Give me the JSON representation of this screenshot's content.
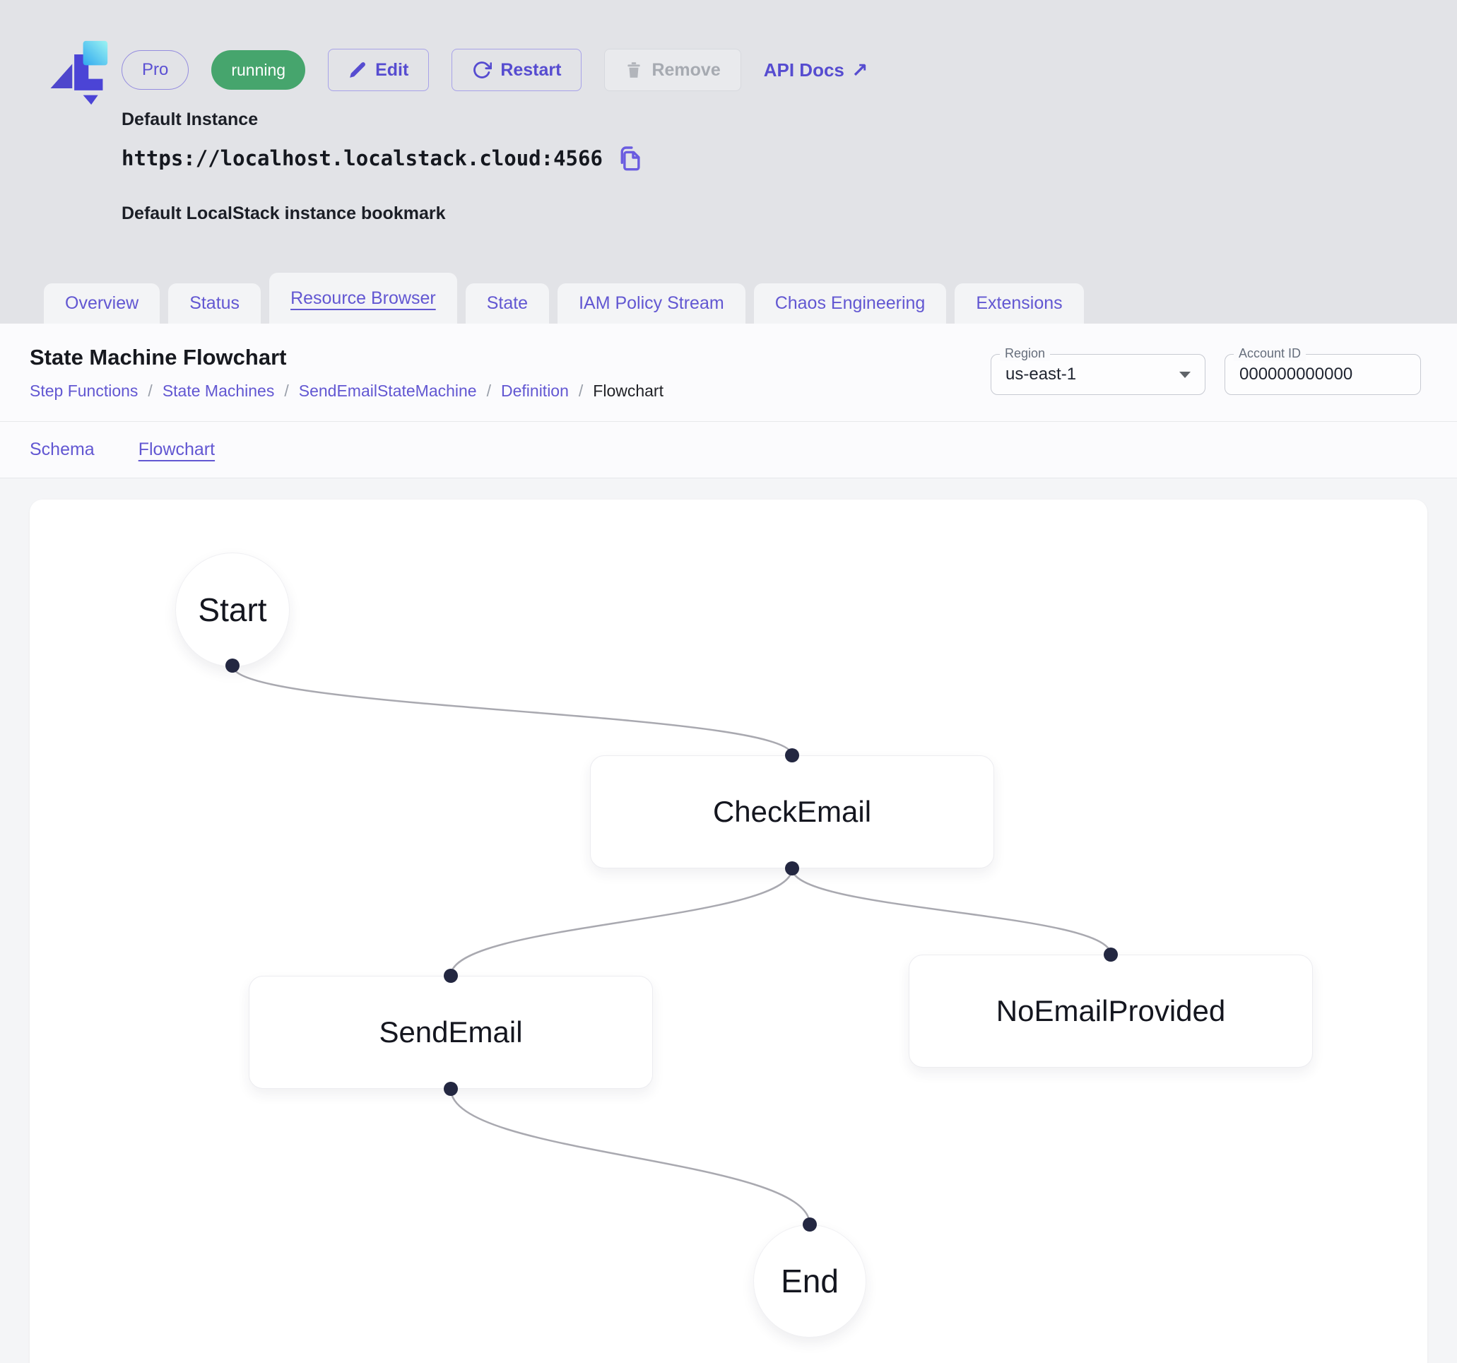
{
  "colors": {
    "accent_purple": "#5b50d3",
    "badge_green": "#46a56d",
    "header_background": "#e2e3e7",
    "band_background": "#fbfbfd",
    "content_background": "#f4f5f7",
    "edge_gray": "#a9a9b0",
    "port_dot": "#232741"
  },
  "icons": {
    "external_arrow": "↗"
  },
  "header": {
    "pro_badge": "Pro",
    "status_badge": "running",
    "edit_label": "Edit",
    "restart_label": "Restart",
    "remove_label": "Remove",
    "api_docs_label": "API Docs",
    "instance_name": "Default Instance",
    "instance_url": "https://localhost.localstack.cloud:4566",
    "instance_description": "Default LocalStack instance bookmark"
  },
  "tabs": [
    {
      "label": "Overview",
      "active": false
    },
    {
      "label": "Status",
      "active": false
    },
    {
      "label": "Resource Browser",
      "active": true
    },
    {
      "label": "State",
      "active": false
    },
    {
      "label": "IAM Policy Stream",
      "active": false
    },
    {
      "label": "Chaos Engineering",
      "active": false
    },
    {
      "label": "Extensions",
      "active": false
    }
  ],
  "page": {
    "title": "State Machine Flowchart",
    "separator": "/",
    "breadcrumbs": [
      "Step Functions",
      "State Machines",
      "SendEmailStateMachine",
      "Definition",
      "Flowchart"
    ]
  },
  "controls": {
    "region_label": "Region",
    "region_value": "us-east-1",
    "account_label": "Account ID",
    "account_value": "000000000000"
  },
  "subtabs": [
    {
      "label": "Schema",
      "active": false
    },
    {
      "label": "Flowchart",
      "active": true
    }
  ],
  "flowchart": {
    "nodes": [
      {
        "id": "Start",
        "label": "Start",
        "shape": "circle"
      },
      {
        "id": "CheckEmail",
        "label": "CheckEmail",
        "shape": "rect"
      },
      {
        "id": "SendEmail",
        "label": "SendEmail",
        "shape": "rect"
      },
      {
        "id": "NoEmailProvided",
        "label": "NoEmailProvided",
        "shape": "rect"
      },
      {
        "id": "End",
        "label": "End",
        "shape": "circle"
      }
    ],
    "edges": [
      {
        "from": "Start",
        "to": "CheckEmail"
      },
      {
        "from": "CheckEmail",
        "to": "SendEmail"
      },
      {
        "from": "CheckEmail",
        "to": "NoEmailProvided"
      },
      {
        "from": "SendEmail",
        "to": "End"
      }
    ]
  }
}
